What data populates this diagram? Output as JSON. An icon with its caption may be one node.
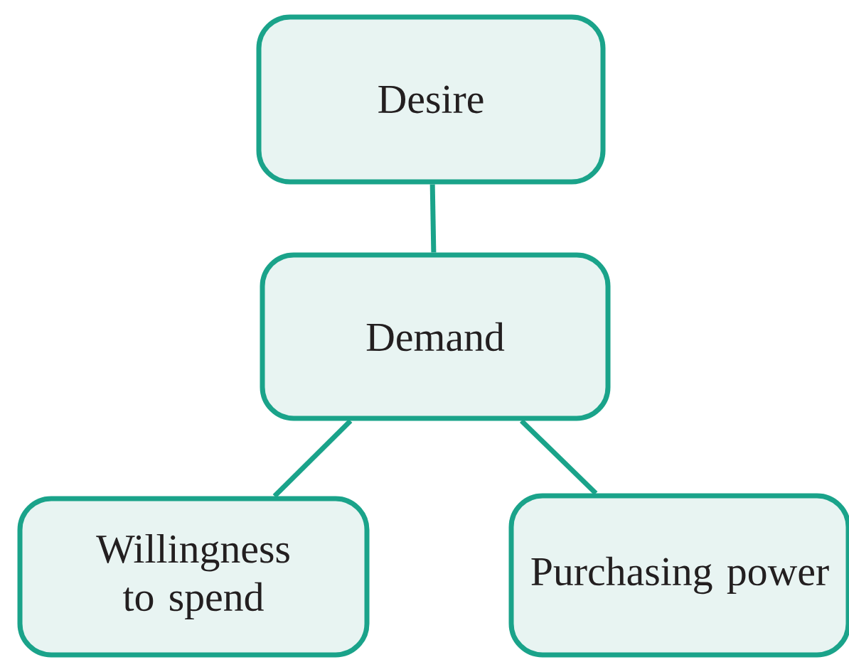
{
  "diagram": {
    "nodes": [
      {
        "text": [
          "Desire"
        ]
      },
      {
        "text": [
          "Demand"
        ]
      },
      {
        "text": [
          "Willingness to spend"
        ]
      },
      {
        "text": [
          "Purchasing power"
        ]
      }
    ],
    "edges": [
      {
        "from": 0,
        "to": 1,
        "arrow": "none"
      },
      {
        "from": 1,
        "to": 2,
        "arrow": "none"
      },
      {
        "from": 1,
        "to": 3,
        "arrow": "none"
      }
    ]
  }
}
